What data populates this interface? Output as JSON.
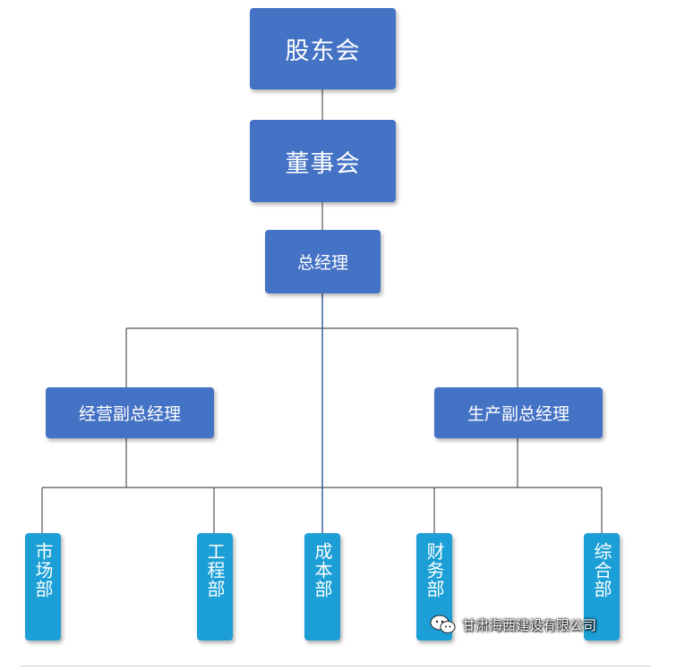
{
  "org": {
    "shareholders": "股东会",
    "board": "董事会",
    "general_manager": "总经理",
    "vice_gm_operations": "经营副总经理",
    "vice_gm_production": "生产副总经理",
    "departments": {
      "market": "市场部",
      "engineering": "工程部",
      "cost": "成本部",
      "finance": "财务部",
      "general": "综合部"
    }
  },
  "watermark": {
    "icon": "wechat-icon",
    "text": "甘肃海西建设有限公司"
  },
  "colors": {
    "top_box": "#4472c4",
    "dept_box": "#1b9fd6",
    "connector": "#555555",
    "center_line": "#2f5597"
  }
}
